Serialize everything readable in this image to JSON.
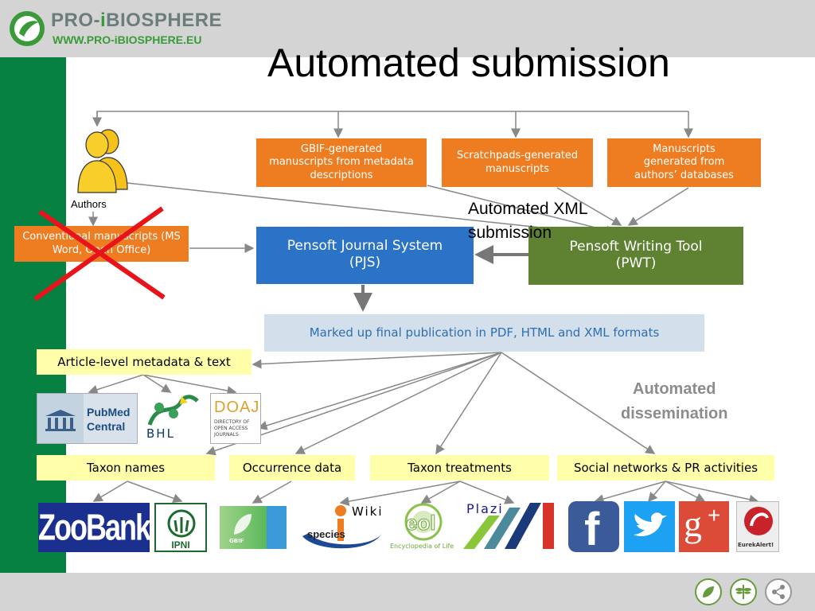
{
  "brand": {
    "name_prefix": "PRO-",
    "name_i": "i",
    "name_suffix": "BIOSPHERE",
    "url": "WWW.PRO-iBIOSPHERE.EU"
  },
  "slide": {
    "title": "Automated submission"
  },
  "authors": {
    "label": "Authors"
  },
  "sources": {
    "gbif": "GBIF-generated manuscripts from metadata descriptions",
    "scratchpads": "Scratchpads-generated manuscripts",
    "databases": "Manuscripts generated from authors’ databases"
  },
  "conventional": {
    "text": "Conventional manuscripts (MS Word, Open Office)"
  },
  "pjs": {
    "line1": "Pensoft Journal System",
    "line2": "(PJS)"
  },
  "pwt": {
    "line1": "Pensoft Writing Tool",
    "line2": "(PWT)"
  },
  "automated_xml": {
    "line1": "Automated XML",
    "line2": "submission"
  },
  "final_publication": "Marked up final publication in PDF, HTML and XML formats",
  "article_metadata": "Article-level metadata & text",
  "dissemination": {
    "line1": "Automated",
    "line2": "dissemination"
  },
  "categories": {
    "taxon_names": "Taxon names",
    "occurrence": "Occurrence data",
    "treatments": "Taxon treatments",
    "social": "Social networks & PR activities"
  },
  "logos": {
    "pubmed": "PubMed Central",
    "bhl": "BHL",
    "doaj": "DOAJ",
    "doaj_sub": "DIRECTORY OF OPEN ACCESS JOURNALS",
    "zoobank": "ZooBank",
    "ipni": "IPNI",
    "gbif": "GBIF",
    "wiki": "Wiki",
    "species": "species",
    "eol": "eol",
    "eol_sub": "Encyclopedia of Life",
    "plazi": "Plazi",
    "eurekalert": "EurekAlert!"
  },
  "colors": {
    "orange": "#ee7d22",
    "blue": "#2b73c6",
    "olive": "#5f8132",
    "green": "#078141",
    "yellow": "#fffea9",
    "red_cross": "#e8141b"
  }
}
